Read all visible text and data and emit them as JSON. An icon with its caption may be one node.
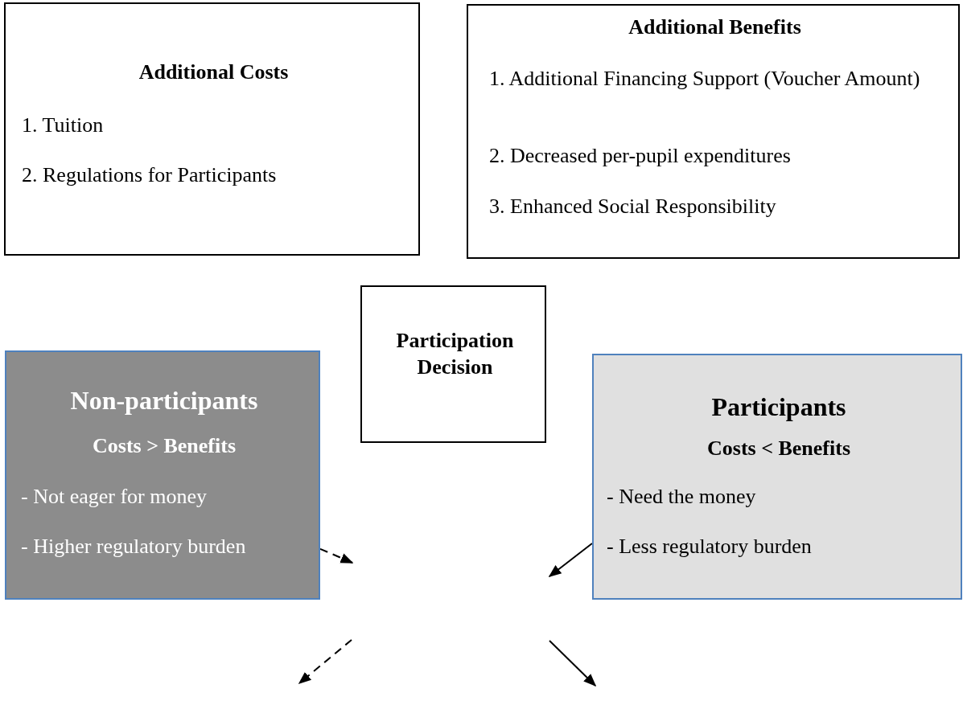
{
  "diagram": {
    "nodes": [
      {
        "text": [
          "Additional Costs",
          "1. Tuition",
          "2. Regulations for Participants"
        ]
      },
      {
        "text": [
          "Additional Benefits",
          "1. Additional Financing Support (Voucher Amount)",
          "2. Decreased per-pupil expenditures",
          "3. Enhanced Social Responsibility"
        ]
      },
      {
        "text": [
          "Participation Decision"
        ]
      },
      {
        "text": [
          "Non-participants",
          "Costs > Benefits",
          "- Not eager for money",
          "- Higher regulatory burden"
        ]
      },
      {
        "text": [
          "Participants",
          "Costs < Benefits",
          "- Need the money",
          "- Less regulatory burden"
        ]
      }
    ],
    "edges": [
      {
        "from": 3,
        "to": null,
        "arrow": "to",
        "style": "dashed"
      },
      {
        "from": 4,
        "to": null,
        "arrow": "to"
      }
    ]
  }
}
